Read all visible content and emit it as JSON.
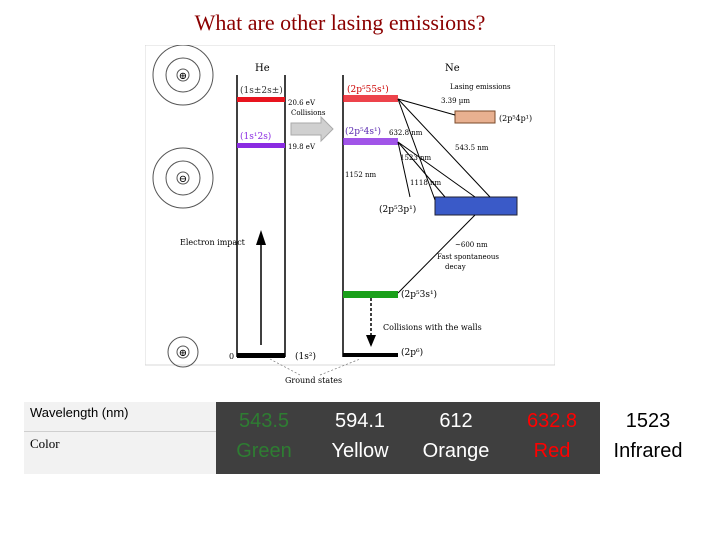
{
  "title": "What are other lasing emissions?",
  "diagram": {
    "he_label": "He",
    "ne_label": "Ne",
    "he_level_1": "(1s±2s±)",
    "he_level_2": "(1s¹2s)",
    "he_ground": "(1s²)",
    "energy_1": "20.6 eV",
    "energy_2": "19.8 eV",
    "energy_0": "0",
    "collisions": "Collisions",
    "lasing_emissions": "Lasing emissions",
    "ne_5s": "(2p⁵55s¹)",
    "ne_4s": "(2p⁵4s¹)",
    "ne_4p": "(2p⁵4p¹)",
    "ne_3p": "(2p⁵3p¹)",
    "ne_3s": "(2p⁵3s¹)",
    "ne_ground": "(2p⁶)",
    "wl_3390": "3.39 µm",
    "wl_6328": "632.8 nm",
    "wl_5435": "543.5 nm",
    "wl_1523": "1523 nm",
    "wl_1152": "1152 nm",
    "wl_1118": "1118 nm",
    "wl_600": "~600 nm",
    "fast_decay_1": "Fast spontaneous",
    "fast_decay_2": "decay",
    "electron_impact": "Electron impact",
    "collisions_walls": "Collisions with the walls",
    "ground_states": "Ground states"
  },
  "table": {
    "row1_label": "Wavelength (nm)",
    "row2_label": "Color",
    "columns": [
      {
        "wavelength": "543.5",
        "color": "Green",
        "text_color": "#2e7d32"
      },
      {
        "wavelength": "594.1",
        "color": "Yellow",
        "text_color": "#ffffff"
      },
      {
        "wavelength": "612",
        "color": "Orange",
        "text_color": "#ffffff"
      },
      {
        "wavelength": "632.8",
        "color": "Red",
        "text_color": "#ff0000"
      },
      {
        "wavelength": "1523",
        "color": "Infrared",
        "text_color": "#000000"
      }
    ],
    "column_bgs": [
      "#3f3f3f",
      "#3f3f3f",
      "#3f3f3f",
      "#3f3f3f",
      "#ffffff"
    ]
  }
}
